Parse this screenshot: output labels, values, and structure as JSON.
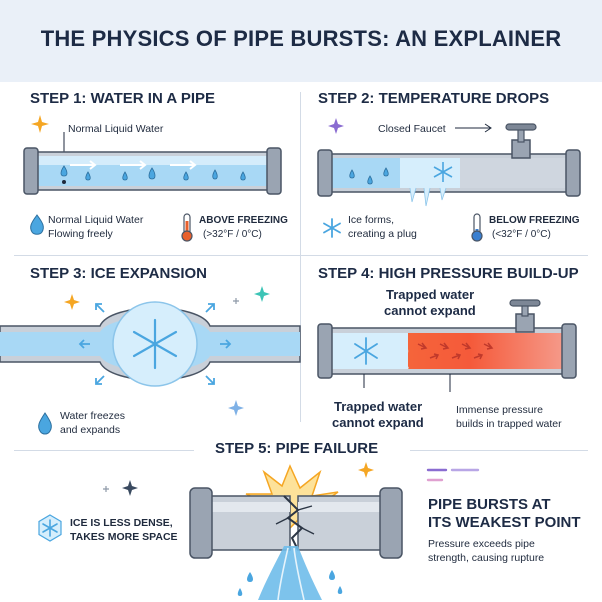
{
  "title": "THE PHYSICS OF PIPE BURSTS: AN EXPLAINER",
  "step1": {
    "heading": "STEP 1: WATER IN A PIPE",
    "callout": "Normal Liquid Water",
    "legend_line1": "Normal Liquid Water",
    "legend_line2": "Flowing freely",
    "temp_line1": "ABOVE FREEZING",
    "temp_line2": "(>32°F / 0°C)"
  },
  "step2": {
    "heading": "STEP 2: TEMPERATURE DROPS",
    "callout": "Closed Faucet",
    "legend_line1": "Ice forms,",
    "legend_line2": "creating a plug",
    "temp_line1": "BELOW FREEZING",
    "temp_line2": "(<32°F / 0°C)"
  },
  "step3": {
    "heading": "STEP 3: ICE EXPANSION",
    "legend_line1": "Water freezes",
    "legend_line2": "and expands"
  },
  "step4": {
    "heading": "STEP 4: HIGH PRESSURE BUILD-UP",
    "top_line1": "Trapped water",
    "top_line2": "cannot expand",
    "bottom_line1": "Trapped water",
    "bottom_line2": "cannot expand",
    "pressure_line1": "Immense pressure",
    "pressure_line2": "builds in trapped water"
  },
  "step5": {
    "heading": "STEP 5: PIPE FAILURE",
    "ice_line1": "ICE IS LESS DENSE,",
    "ice_line2": "TAKES MORE SPACE",
    "burst_line1": "PIPE BURSTS AT",
    "burst_line2": "ITS WEAKEST POINT",
    "detail_line1": "Pressure exceeds pipe",
    "detail_line2": "strength, causing rupture"
  },
  "colors": {
    "pipe": "#8e99a8",
    "water": "#a8d8f5",
    "ice": "#d6eefc",
    "pressure": "#f5713a",
    "accent_orange": "#f5a623",
    "accent_purple": "#8a6cd1",
    "accent_teal": "#3cc4b6"
  },
  "icons": [
    "drop-icon",
    "thermometer-icon",
    "snowflake-icon",
    "faucet-icon",
    "sparkle-icon",
    "burst-icon"
  ]
}
